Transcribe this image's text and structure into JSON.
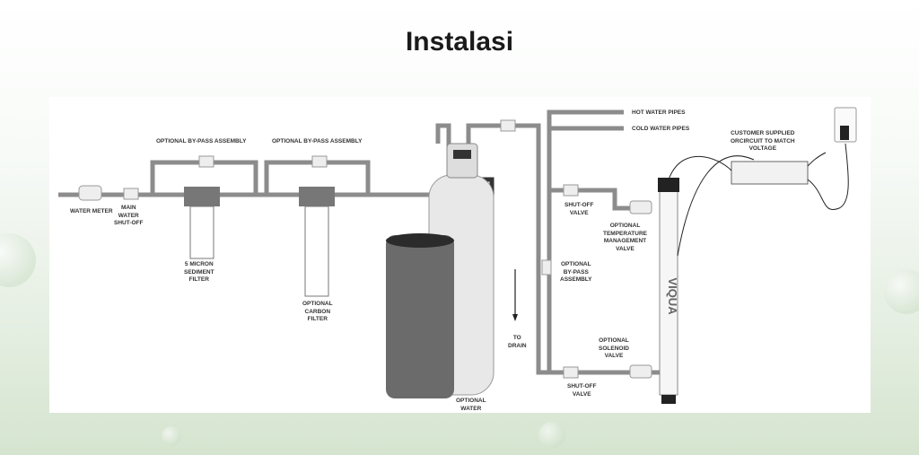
{
  "title": "Instalasi",
  "labels": {
    "water_meter": "WATER METER",
    "main_shutoff": [
      "MAIN",
      "WATER",
      "SHUT-OFF"
    ],
    "bypass1": "OPTIONAL BY-PASS ASSEMBLY",
    "bypass2": "OPTIONAL BY-PASS ASSEMBLY",
    "sediment_filter": [
      "5 MICRON",
      "SEDIMENT",
      "FILTER"
    ],
    "carbon_filter": [
      "OPTIONAL",
      "CARBON",
      "FILTER"
    ],
    "to_drain": [
      "TO",
      "DRAIN"
    ],
    "optional_water": [
      "OPTIONAL",
      "WATER"
    ],
    "hot_pipes": "HOT WATER PIPES",
    "cold_pipes": "COLD WATER PIPES",
    "shutoff_top": [
      "SHUT-OFF",
      "VALVE"
    ],
    "temp_valve": [
      "OPTIONAL",
      "TEMPERATURE",
      "MANAGEMENT",
      "VALVE"
    ],
    "bypass3": [
      "OPTIONAL",
      "BY-PASS",
      "ASSEMBLY"
    ],
    "solenoid": [
      "OPTIONAL",
      "SOLENOID",
      "VALVE"
    ],
    "shutoff_bottom": [
      "SHUT-OFF",
      "VALVE"
    ],
    "customer": [
      "CUSTOMER SUPPLIED",
      "ORCIRCUIT TO MATCH",
      "VOLTAGE"
    ],
    "brand": "VIQUA"
  },
  "colors": {
    "pipe": "#9a9a9a",
    "dark": "#3a3a3a",
    "accent": "#3b8fd6"
  }
}
